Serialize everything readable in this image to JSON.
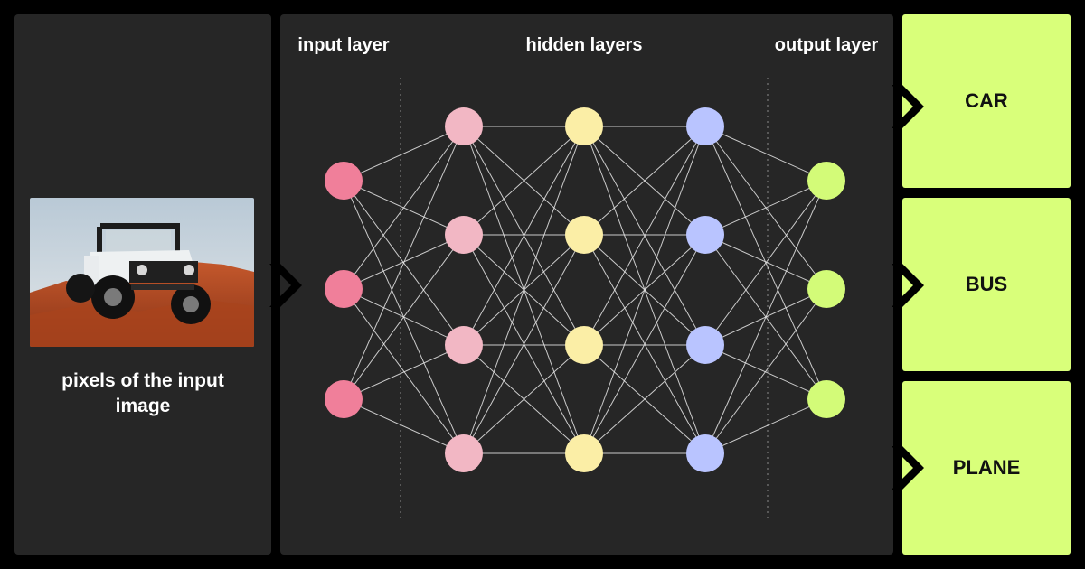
{
  "input_panel": {
    "caption": "pixels of the input image",
    "photo_icon": "jeep-on-red-rock-photo"
  },
  "network": {
    "labels": {
      "input": "input layer",
      "hidden": "hidden layers",
      "output": "output layer"
    },
    "layers": [
      {
        "role": "input",
        "nodes": 3,
        "color": "#f07f9a"
      },
      {
        "role": "hidden",
        "nodes": 4,
        "color": "#f2b7c4"
      },
      {
        "role": "hidden",
        "nodes": 4,
        "color": "#fbeea6"
      },
      {
        "role": "hidden",
        "nodes": 4,
        "color": "#b9c4ff"
      },
      {
        "role": "output",
        "nodes": 3,
        "color": "#d3fb78"
      }
    ],
    "connections": "fully-connected",
    "connection_color": "#e8e8e8"
  },
  "classes": {
    "car": "CAR",
    "bus": "BUS",
    "plane": "PLANE",
    "color": "#d9ff7a"
  }
}
